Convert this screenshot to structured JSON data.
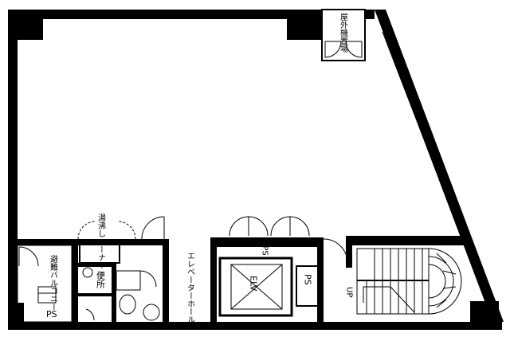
{
  "labels": {
    "machine_room": "屋外機置場",
    "kitchenette": "湯沸しコーナー",
    "balcony": "避難バルコニー",
    "toilet": "便所",
    "elevator_hall": "エレベーターホール",
    "eps": "EPS",
    "elevator": "ELV",
    "psl": "PS",
    "ps_bottom": "PS",
    "up": "UP"
  },
  "colors": {
    "wall": "#000000",
    "background": "#ffffff"
  }
}
